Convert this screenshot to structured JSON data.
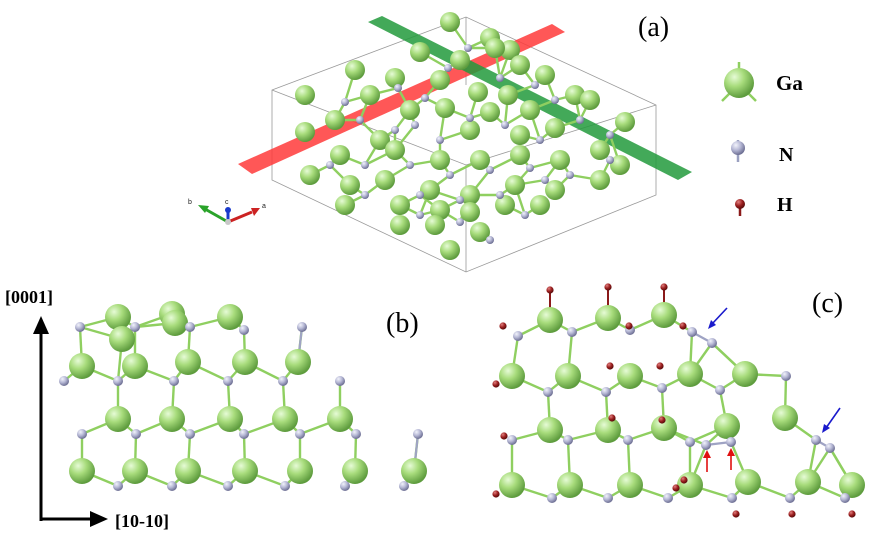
{
  "panels": {
    "a": "(a)",
    "b": "(b)",
    "c": "(c)"
  },
  "legend": {
    "ga": "Ga",
    "n": "N",
    "h": "H"
  },
  "axes_small": {
    "a": "a",
    "b": "b",
    "c": "c"
  },
  "directions": {
    "vertical": "[0001]",
    "horizontal": "[10-10]"
  },
  "colors": {
    "ga": "#9fd870",
    "ga_dark": "#5a9a3a",
    "n": "#b4b6d2",
    "n_dark": "#6f7196",
    "h": "#8b1a1a",
    "bond_green": "#8fcf60",
    "plane_red": "#ff3030",
    "plane_green": "#1f9a3a",
    "arrow_blue": "#1a1acc",
    "arrow_red": "#e01010"
  }
}
